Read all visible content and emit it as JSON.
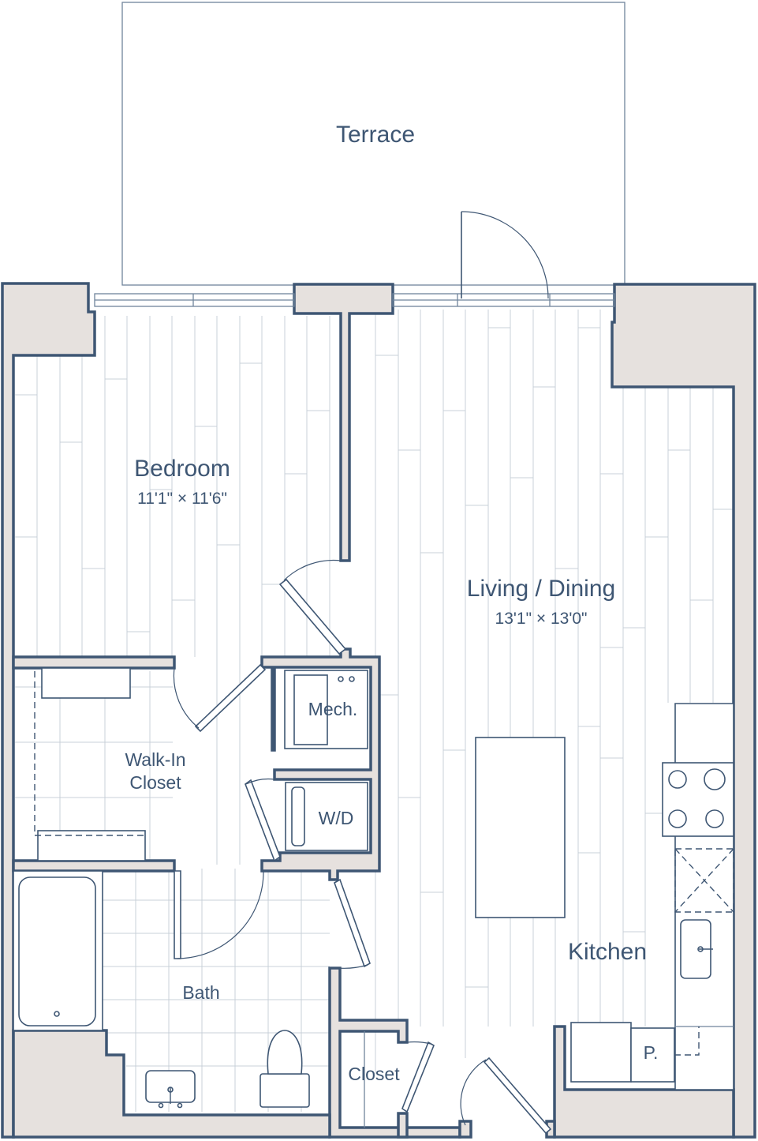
{
  "rooms": {
    "terrace": {
      "name": "Terrace"
    },
    "bedroom": {
      "name": "Bedroom",
      "dimensions": "11'1\" × 11'6\""
    },
    "living": {
      "name": "Living / Dining",
      "dimensions": "13'1\" × 13'0\""
    },
    "mech": {
      "name": "Mech."
    },
    "wd": {
      "name": "W/D"
    },
    "walkin_line1": {
      "name": "Walk-In"
    },
    "walkin_line2": {
      "name": "Closet"
    },
    "bath": {
      "name": "Bath"
    },
    "kitchen": {
      "name": "Kitchen"
    },
    "closet": {
      "name": "Closet"
    },
    "pantry": {
      "name": "P."
    }
  },
  "colors": {
    "wall_outline": "#3e5673",
    "wall_fill": "#e6e1de",
    "floor_lines": "#c9d0d8",
    "text": "#3e5673"
  }
}
